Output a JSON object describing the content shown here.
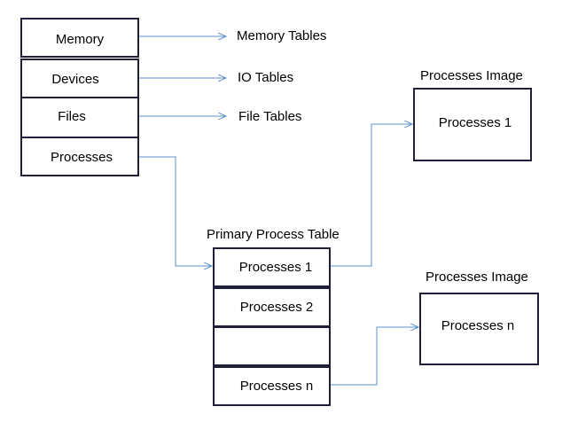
{
  "resources": {
    "memory": "Memory",
    "devices": "Devices",
    "files": "Files",
    "processes": "Processes"
  },
  "tables": {
    "memory": "Memory Tables",
    "io": "IO Tables",
    "file": "File Tables"
  },
  "primary_process_table": {
    "title": "Primary Process Table",
    "rows": [
      "Processes 1",
      "Processes 2",
      "",
      "Processes n"
    ]
  },
  "process_images": [
    {
      "title": "Processes Image",
      "label": "Processes 1"
    },
    {
      "title": "Processes Image",
      "label": "Processes n"
    }
  ],
  "colors": {
    "arrow": "#5b8fc9",
    "border": "#1f1f3a"
  }
}
